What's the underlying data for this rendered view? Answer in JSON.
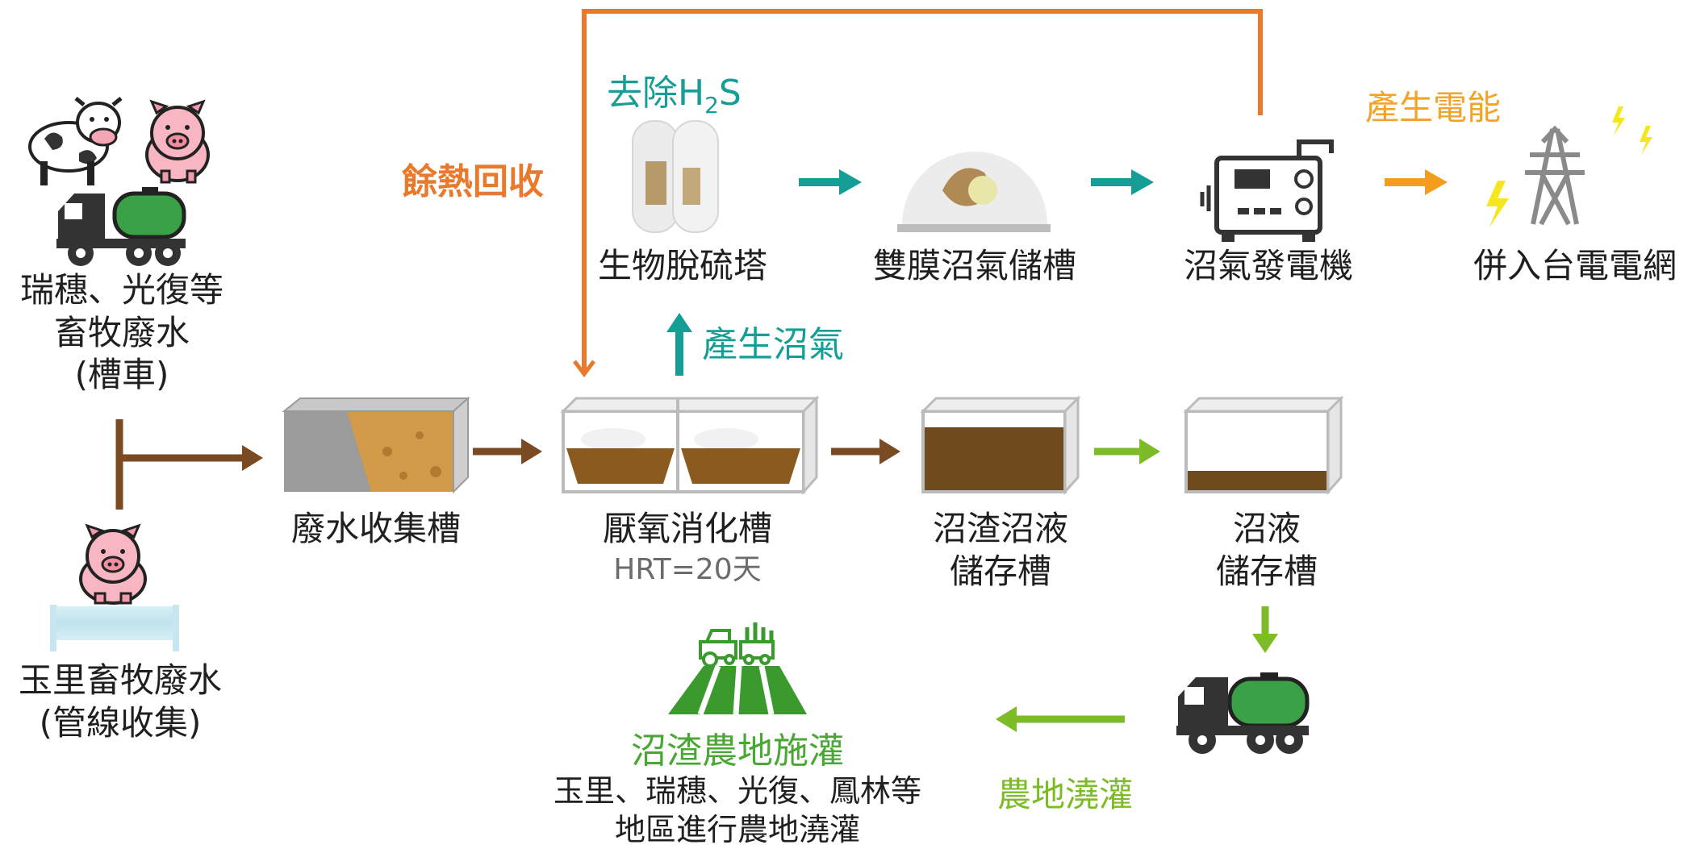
{
  "sources": {
    "truck_source": {
      "lines": [
        "瑞穗、光復等",
        "畜牧廢水",
        "(槽車)"
      ]
    },
    "pipeline_source": {
      "lines": [
        "玉里畜牧廢水",
        "(管線收集)"
      ]
    }
  },
  "stages": {
    "collection_tank": "廢水收集槽",
    "digester": {
      "name": "厭氧消化槽",
      "note": "HRT=20天"
    },
    "digestate_storage": [
      "沼渣沼液",
      "儲存槽"
    ],
    "liquid_storage": [
      "沼液",
      "儲存槽"
    ]
  },
  "biogas": {
    "produce_biogas": "產生沼氣",
    "h2s_removal_prefix": "去除H",
    "h2s_removal_sub": "2",
    "h2s_removal_suffix": "S",
    "desulfurization_tower": "生物脫硫塔",
    "membrane_storage": "雙膜沼氣儲槽",
    "generator": "沼氣發電機",
    "produce_power": "產生電能",
    "grid": "併入台電電網",
    "waste_heat": "餘熱回收"
  },
  "farmland": {
    "irrigation": "農地澆灌",
    "application_title": "沼渣農地施灌",
    "application_lines": [
      "玉里、瑞穗、光復、鳳林等",
      "地區進行農地澆灌"
    ]
  },
  "colors": {
    "brown_arrow": "#7a4a22",
    "teal": "#159e95",
    "orange": "#e8792d",
    "amber": "#f1a32a",
    "green": "#49a833",
    "lime": "#7dbb29"
  },
  "icons": [
    "cow-icon",
    "pig-icon",
    "tanker-truck-icon",
    "pipe-icon",
    "tank-icon",
    "tower-icon",
    "dome-icon",
    "generator-icon",
    "pylon-icon",
    "lightning-icon",
    "tractor-field-icon"
  ]
}
